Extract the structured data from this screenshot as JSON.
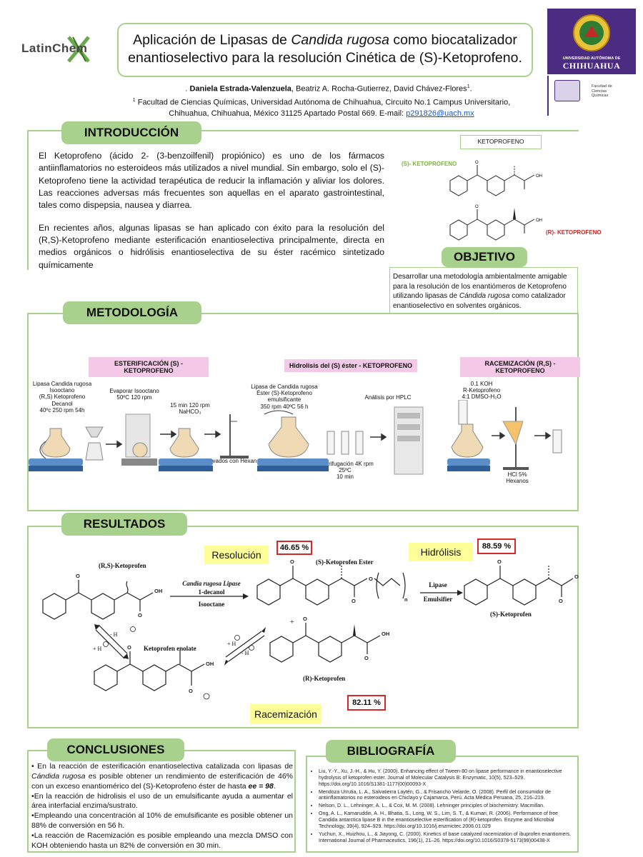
{
  "header": {
    "logo_left": "LatinChem",
    "title_line1_pre": "Aplicación de Lipasas de ",
    "title_line1_italic": "Candida rugosa",
    "title_line1_post": " como biocatalizador",
    "title_line2": "enantioselectivo para la resolución Cinética de (S)-Ketoprofeno.",
    "university_line1": "UNIVERSIDAD AUTÓNOMA DE",
    "university_line2": "CHIHUAHUA",
    "faculty_logo_text": "Facultad de Ciencias Químicas",
    "authors_lead": "Daniela Estrada-Valenzuela",
    "authors_rest": ", Beatriz A. Rocha-Gutierrez, David Chávez-Flores",
    "authors_sup": "1",
    "affiliation_sup": "1",
    "affiliation_line1": "Facultad de Ciencias Químicas, Universidad Autónoma de Chihuahua, Circuito No.1 Campus Universitario,",
    "affiliation_line2": "Chihuahua, Chihuahua, México 31125 Apartado Postal 669. E-mail: ",
    "email": "p291826@uach.mx"
  },
  "intro": {
    "heading": "INTRODUCCIÓN",
    "p1": "El Ketoprofeno (ácido 2- (3-benzoilfenil) propiónico) es uno de los fármacos antiinflamatorios no esteroideos más utilizados a nivel mundial. Sin embargo, solo el (S)-Ketoprofeno tiene la actividad terapéutica de reducir la inflamación y aliviar los dolores.  Las reacciones adversas más frecuentes son aquellas en el aparato gastrointestinal, tales como dispepsia, nausea y diarrea.",
    "p2": "En recientes años, algunas lipasas se han aplicado con éxito para la resolución del (R,S)-Ketoprofeno mediante esterificación enantioselectiva principalmente, directa en medios orgánicos o hidrólisis enantioselectiva de su éster racémico sintetizado químicamente",
    "fig_title": "KETOPROFENO",
    "s_label": "(S)- KETOPROFENO",
    "r_label": "(R)- KETOPROFENO",
    "oh": "OH",
    "o": "O"
  },
  "objective": {
    "heading": "OBJETIVO",
    "text_pre": "Desarrollar una metodología ambientalmente amigable para la resolución de los enantiómeros de Ketoprofeno utilizando lipasas de ",
    "text_italic": "Cándida rugosa",
    "text_post": " como catalizador enantioselectivo en solventes orgánicos."
  },
  "methods": {
    "heading": "METODOLOGÍA",
    "step1": "ESTERIFICACIÓN (S) - KETOPROFENO",
    "step2": "Hidrolisis del (S) éster - KETOPROFENO",
    "step3": "RACEMIZACIÓN (R,S) - KETOPROFENO",
    "c1": "Lipasa Candida rugosa\nIsooctano\n(R,S) Ketoprofeno\nDecanol\n40ºc 250 rpm 54h",
    "c2": "Evaporar Isooctano\n50ºC 120 rpm",
    "c3": "15 min 120 rpm\nNaHCO₃",
    "c4": "3 lavados con Hexan",
    "c5": "Lipasa de Candida rugosa\nÉster (S)-Ketoprofeno\nemulsificante\n350 rpm 40ºC 56 h",
    "c6": "Centrifugación 4K rpm\n25ºC\n10 min",
    "c7": "Análisis por HPLC",
    "c8": "0.1 KOH\nR-Ketoprofeno\n4:1 DMSO-H₂O",
    "c9": "HCl 5%\nHexanos"
  },
  "results": {
    "heading": "RESULTADOS",
    "resolucion": "Resolución",
    "resolucion_pct": "46.65 %",
    "hidrolisis": "Hidrólisis",
    "hidrolisis_pct": "88.59 %",
    "racemizacion": "Racemización",
    "racemizacion_pct": "82.11 %",
    "rs_keto": "(R,S)-Ketoprofen",
    "s_ester": "(S)-Ketoprofen Ester",
    "s_keto": "(S)-Ketoprofen",
    "r_keto": "(R)-Ketoprofen",
    "enolate": "Ketoprofen enolate",
    "arrow1_top": "Candia rugosa Lipase",
    "arrow1_mid": "1-decanol",
    "arrow1_bot": "Isooctane",
    "arrow2_top": "Lipase",
    "arrow2_bot": "Emulsifier",
    "minus_h": "- H",
    "plus_h": "+ H",
    "plus": "+",
    "n": "n",
    "o": "O",
    "oh": "OH"
  },
  "conclusions": {
    "heading": "CONCLUSIONES",
    "b1_pre": "En la reacción de esterificación enantioselectiva catalizada con lipasas de ",
    "b1_it": "Cándida rugosa",
    "b1_mid": " es posible obtener un rendimiento de esterificación de 46% con un exceso enantiomérico del (S)-Ketoprofeno éster de hasta ",
    "b1_bold": "ee = 98",
    "b1_end": ".",
    "b2": "En la reacción de hidrolisis el uso de un emulsificante ayuda a  aumentar el área interfacial enzima/sustrato.",
    "b3": "Empleando una concentración al 10% de emulsificante es posible obtener un 88% de conversión en 56 h.",
    "b4": "La reacción de Racemización es posible empleando una mezcla DMSO con KOH obteniendo hasta un 82% de conversión en 30 min."
  },
  "bibliography": {
    "heading": "BIBLIOGRAFÍA",
    "r1": "Liu, Y.-Y., Xu, J.-H., & Hu, Y. (2000). Enhancing effect of Tween-80 on lipase performance in enantioselective hydrolysis of ketoprofen ester. Journal of Molecular Catalysis B: Enzymatic, 10(5), 523–529. https://doi.org/10.1016/S1381-1177(00)00093-X",
    "r2": "Mendoza Urrutia, L. A., Salvatierra Laytén, G., & Frisancho Velarde, O. (2008). Perfil del consumidor de antiinflamatorios no esteroideos en Chiclayo y Cajamarca, Perú. Acta Médica Peruana, 25, 216–219.",
    "r3": "Nelson, D. L., Lehninger, A. L., & Cox, M. M. (2008). Lehninger principles of biochemistry. Macmillan.",
    "r4": "Ong, A. L., Kamaruddin, A. H., Bhatia, S., Long, W. S., Lim, S. T., & Kumari, R. (2006). Performance of free Candida antarctica lipase B in the enantioselective esterification of (R)-ketoprofen. Enzyme and Microbial Technology, 39(4), 924–929. https://doi.org/10.1016/j.enzmictec.2006.01.029",
    "r5": "Yuchun, X., Huizhou, L., & Jiayong, C. (2000). Kinetics of base catalyzed racemization of ibuprofen enantiomers. International Journal of Pharmaceutics, 196(1), 21–26. https://doi.org/10.1016/S0378-5173(99)00438-X"
  }
}
